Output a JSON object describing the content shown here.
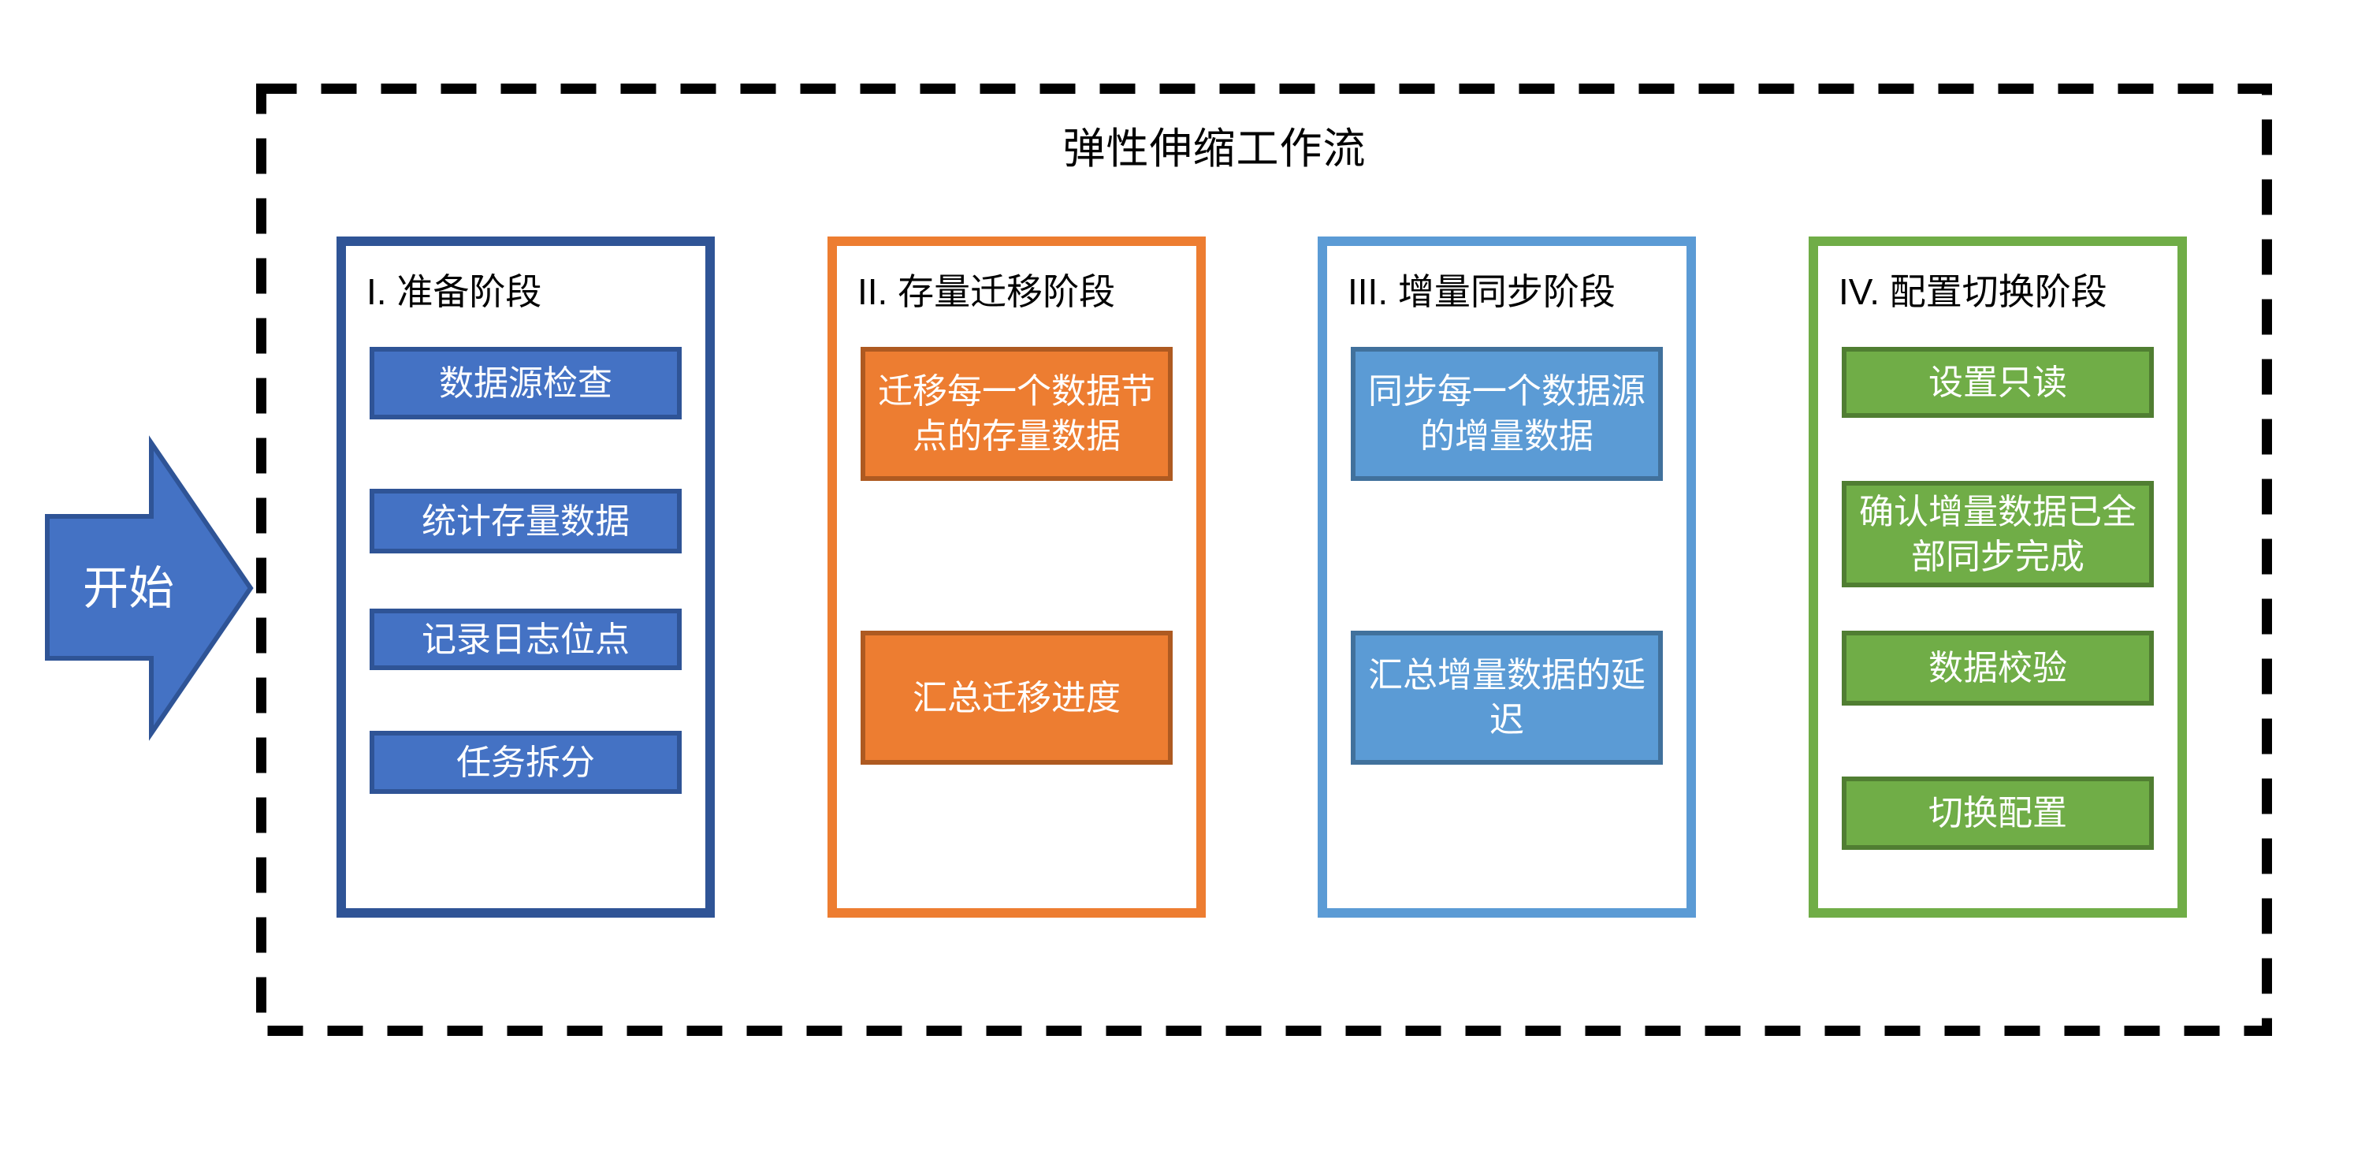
{
  "diagram": {
    "title": "弹性伸缩工作流",
    "start_label": "开始",
    "boundary": {
      "style": "dashed",
      "color": "#000000"
    },
    "start_arrow_colors": {
      "fill": "#4472C4",
      "border": "#2F5496"
    },
    "phases": [
      {
        "label": "I. 准备阶段",
        "colors": {
          "frame": "#2F5496",
          "box_fill": "#4472C4",
          "box_border": "#2F5496"
        },
        "steps": [
          "数据源检查",
          "统计存量数据",
          "记录日志位点",
          "任务拆分"
        ]
      },
      {
        "label": "II. 存量迁移阶段",
        "colors": {
          "frame": "#ED7D31",
          "box_fill": "#ED7D31",
          "box_border": "#AE5A21"
        },
        "steps": [
          "迁移每一个数据节点的存量数据",
          "汇总迁移进度"
        ]
      },
      {
        "label": "III. 增量同步阶段",
        "colors": {
          "frame": "#5B9BD5",
          "box_fill": "#5B9BD5",
          "box_border": "#41719C"
        },
        "steps": [
          "同步每一个数据源的增量数据",
          "汇总增量数据的延迟"
        ]
      },
      {
        "label": "IV. 配置切换阶段",
        "colors": {
          "frame": "#70AD47",
          "box_fill": "#70AD47",
          "box_border": "#507E32"
        },
        "steps": [
          "设置只读",
          "确认增量数据已全部同步完成",
          "数据校验",
          "切换配置"
        ]
      }
    ]
  }
}
